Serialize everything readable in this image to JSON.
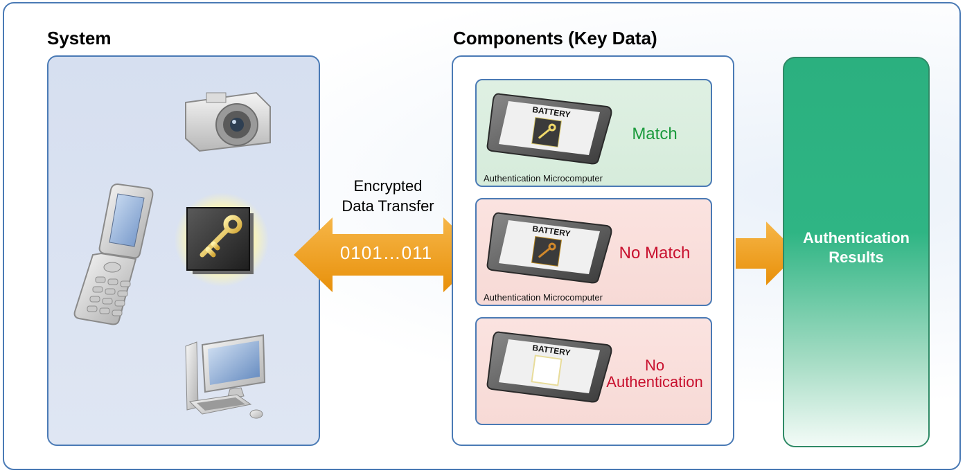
{
  "system": {
    "title": "System"
  },
  "components": {
    "title": "Components (Key Data)",
    "cards": [
      {
        "status": "Match",
        "battery_label": "BATTERY",
        "sub_label": "Authentication Microcomputer"
      },
      {
        "status": "No Match",
        "battery_label": "BATTERY",
        "sub_label": "Authentication Microcomputer"
      },
      {
        "status_line1": "No",
        "status_line2": "Authentication",
        "battery_label": "BATTERY"
      }
    ]
  },
  "transfer": {
    "label_line1": "Encrypted",
    "label_line2": "Data Transfer",
    "bits": "0101…011"
  },
  "results": {
    "label_line1": "Authentication",
    "label_line2": "Results"
  },
  "colors": {
    "border": "#4a7ab5",
    "arrow": "#ef9a14",
    "match": "#1a9a3c",
    "no_match": "#c8102e",
    "results": "#2bb07f"
  },
  "icons": [
    "camera-icon",
    "mobile-phone-icon",
    "key-chip-icon",
    "desktop-computer-icon",
    "battery-icon",
    "key-chip-icon"
  ]
}
